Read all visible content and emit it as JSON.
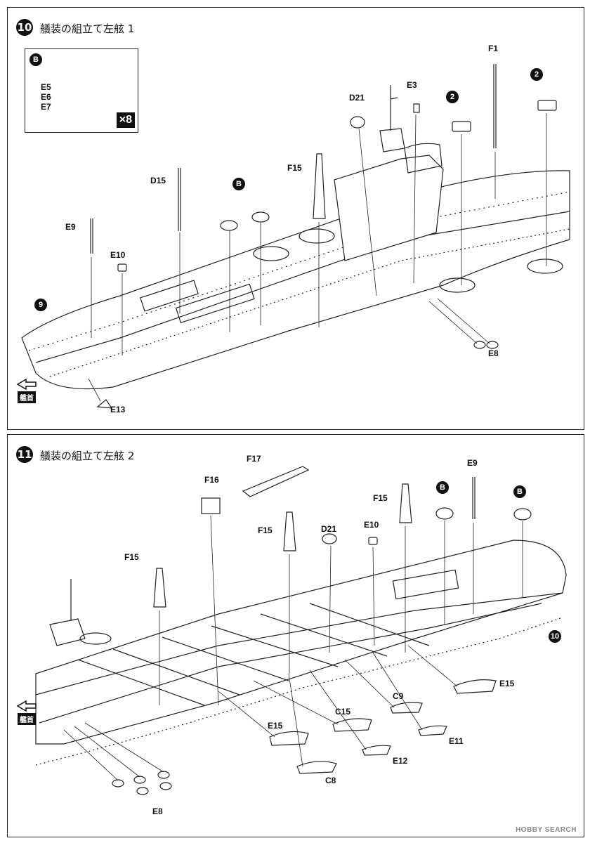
{
  "step10": {
    "number": "10",
    "title": "艤装の組立て左舷 1",
    "inset": {
      "ref": "B",
      "parts": [
        "E5",
        "E6",
        "E7"
      ],
      "multiplier": "×8"
    },
    "labels": {
      "F1": "F1",
      "E3": "E3",
      "D21": "D21",
      "F15": "F15",
      "D15": "D15",
      "B": "B",
      "E9": "E9",
      "E10": "E10",
      "E8": "E8",
      "E13": "E13",
      "sub9": "9",
      "sub2a": "2",
      "sub2b": "2"
    },
    "bow_label": "艦首"
  },
  "step11": {
    "number": "11",
    "title": "艤装の組立て左舷 2",
    "labels": {
      "F17": "F17",
      "F16": "F16",
      "E9": "E9",
      "F15a": "F15",
      "F15b": "F15",
      "F15c": "F15",
      "D21": "D21",
      "E10": "E10",
      "Ba": "B",
      "Bb": "B",
      "sub10": "10",
      "E15a": "E15",
      "C9": "C9",
      "C15": "C15",
      "E15b": "E15",
      "E11": "E11",
      "E12": "E12",
      "C8": "C8",
      "E8": "E8"
    },
    "bow_label": "艦首"
  },
  "watermark": "HOBBY SEARCH"
}
